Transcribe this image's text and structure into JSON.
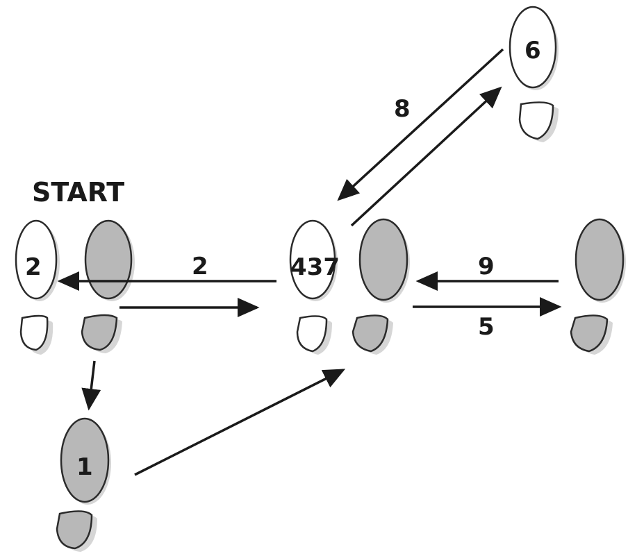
{
  "diagram": {
    "start_label": "START",
    "step_labels": {
      "left_white_sole": "2",
      "bottom_sole": "1",
      "center_white_sole": "437",
      "top_right_sole": "6",
      "arrow_left": "2",
      "arrow_right_upper": "9",
      "arrow_right_lower": "5",
      "arrow_diagonal": "8"
    },
    "colors": {
      "shaded_foot": "#b8b8b8",
      "white_foot": "#ffffff",
      "outline": "#2b2b2b",
      "arrow": "#1a1a1a"
    }
  }
}
